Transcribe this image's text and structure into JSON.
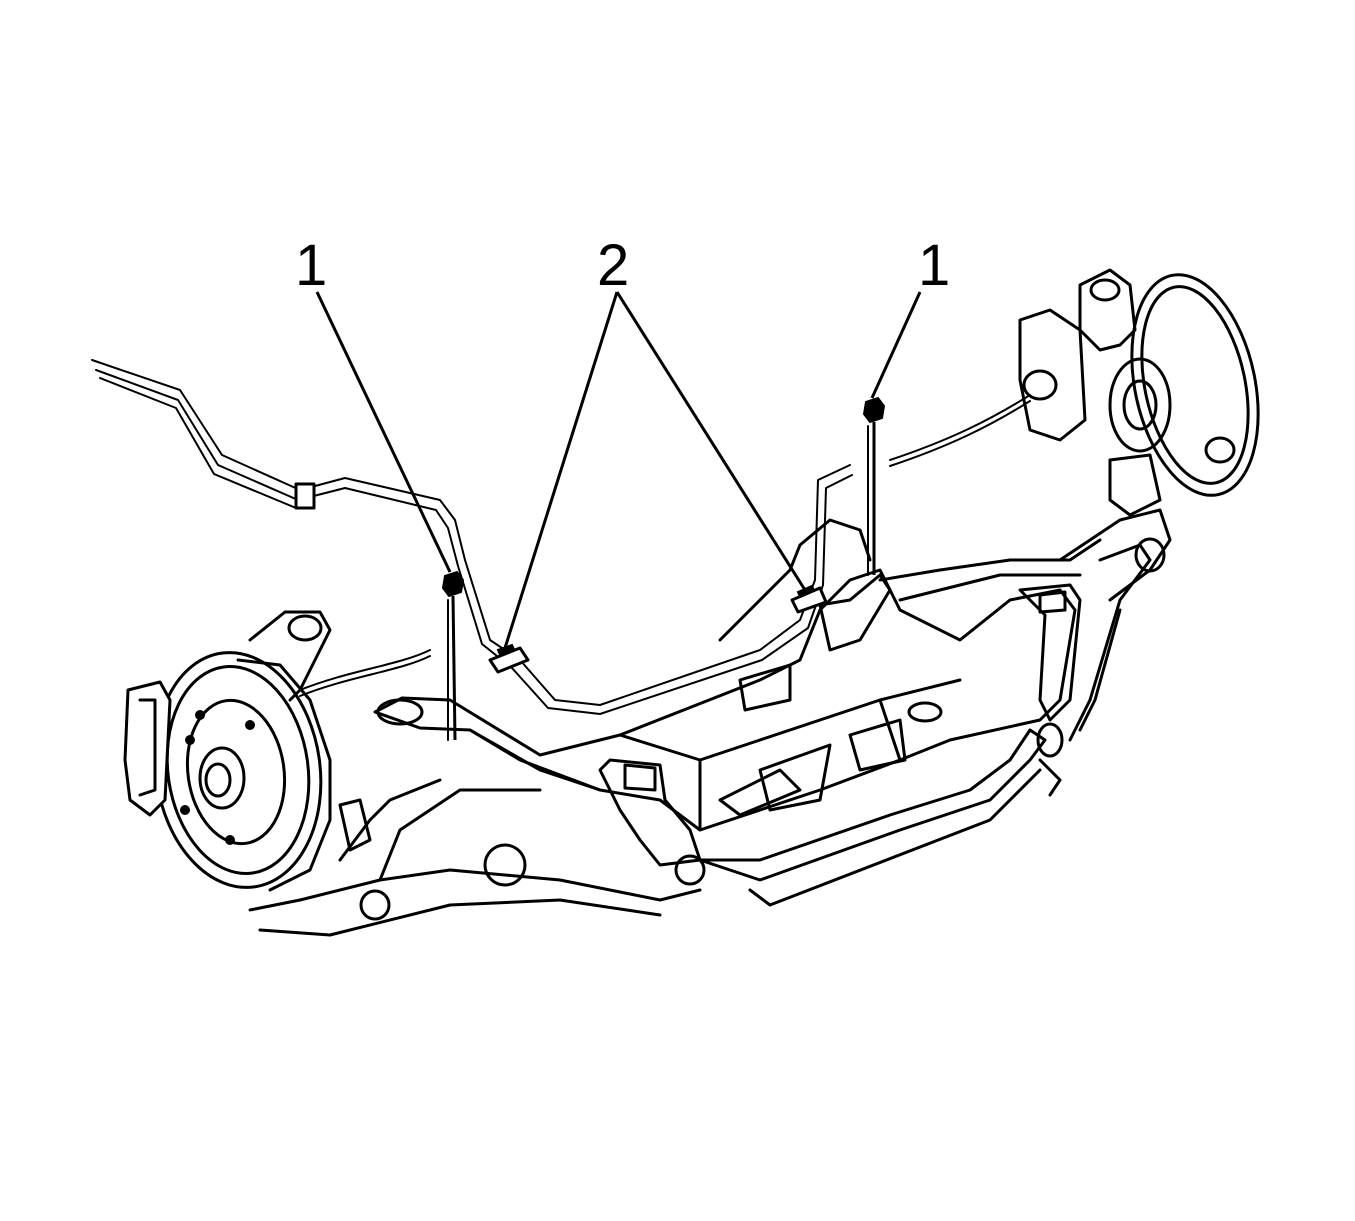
{
  "callouts": [
    {
      "id": "left-bolt",
      "label": "1"
    },
    {
      "id": "brackets",
      "label": "2"
    },
    {
      "id": "right-bolt",
      "label": "1"
    }
  ],
  "icons": [
    "rear-suspension-cradle-illustration",
    "bolt-icon",
    "brake-line-clip-icon"
  ]
}
